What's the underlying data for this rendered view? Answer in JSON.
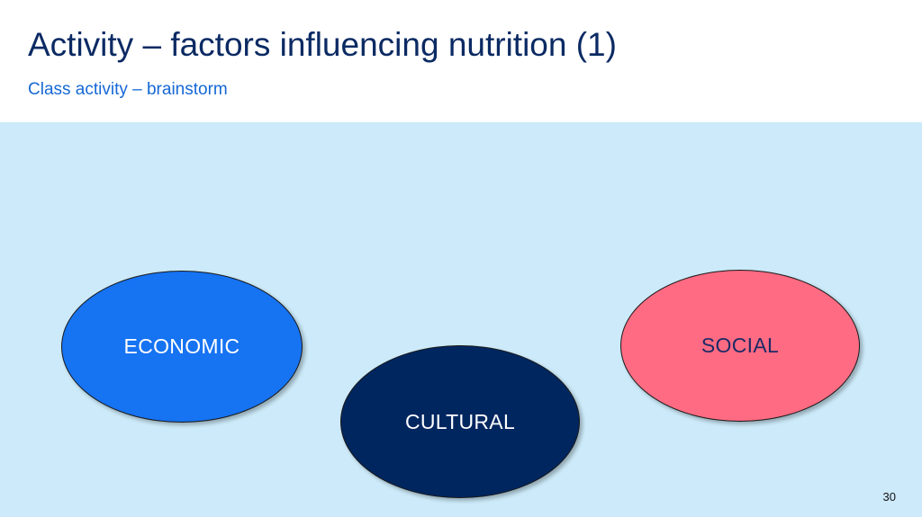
{
  "slide": {
    "title": "Activity – factors influencing nutrition (1)",
    "subtitle": "Class activity – brainstorm",
    "page_number": "30"
  },
  "ovals": {
    "economic": {
      "label": "ECONOMIC",
      "color": "#1673f2"
    },
    "cultural": {
      "label": "CULTURAL",
      "color": "#002660"
    },
    "social": {
      "label": "SOCIAL",
      "color": "#ff6b82"
    }
  },
  "colors": {
    "title": "#0b2a63",
    "subtitle": "#1668d6",
    "panel_background": "#cceaf9"
  }
}
